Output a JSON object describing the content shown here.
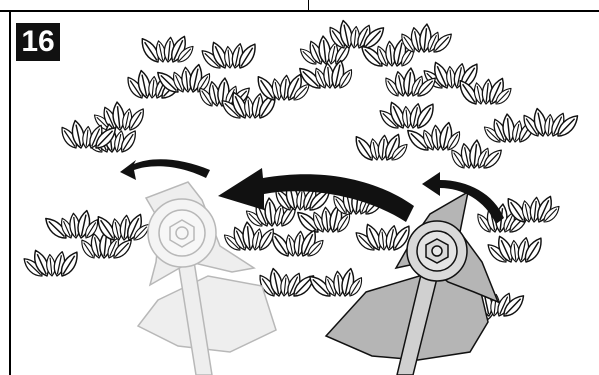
{
  "step": {
    "number": "16"
  },
  "illustration": {
    "title": "",
    "colors": {
      "line": "#111111",
      "ghost_fill": "#eeeeee",
      "ghost_stroke": "#b8b8b8",
      "trimmer_fill": "#b5b5b5",
      "trimmer_head": "#d0d0d0",
      "arrow": "#111111"
    },
    "elements": [
      "weeds-background",
      "string-trimmer-current-position",
      "string-trimmer-previous-position",
      "sweep-direction-arrows"
    ]
  }
}
